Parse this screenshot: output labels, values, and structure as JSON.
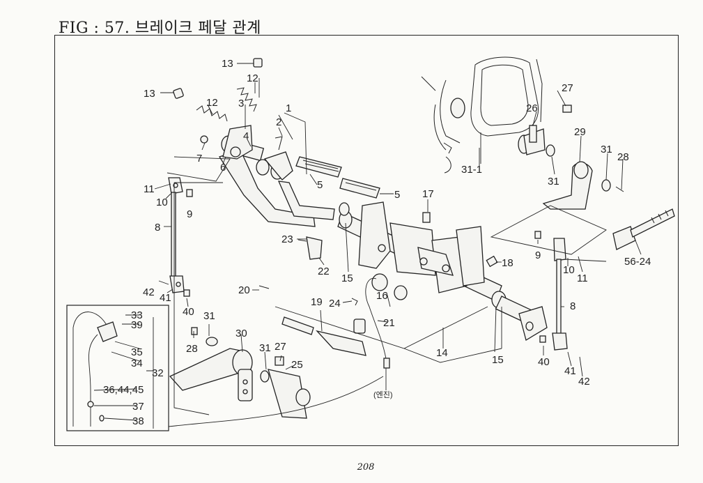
{
  "page": {
    "title": "FIG : 57. 브레이크 페달 관계",
    "page_number": "208"
  },
  "callouts": [
    {
      "id": "c13a",
      "text": "13"
    },
    {
      "id": "c12a",
      "text": "12"
    },
    {
      "id": "c13b",
      "text": "13"
    },
    {
      "id": "c12b",
      "text": "12"
    },
    {
      "id": "c3",
      "text": "3"
    },
    {
      "id": "c1",
      "text": "1"
    },
    {
      "id": "c2",
      "text": "2"
    },
    {
      "id": "c4",
      "text": "4"
    },
    {
      "id": "c7",
      "text": "7"
    },
    {
      "id": "c6",
      "text": "6"
    },
    {
      "id": "c5a",
      "text": "5"
    },
    {
      "id": "c5b",
      "text": "5"
    },
    {
      "id": "c11a",
      "text": "11"
    },
    {
      "id": "c10a",
      "text": "10"
    },
    {
      "id": "c9a",
      "text": "9"
    },
    {
      "id": "c8a",
      "text": "8"
    },
    {
      "id": "c17",
      "text": "17"
    },
    {
      "id": "c23",
      "text": "23"
    },
    {
      "id": "c22",
      "text": "22"
    },
    {
      "id": "c15a",
      "text": "15"
    },
    {
      "id": "c18",
      "text": "18"
    },
    {
      "id": "c42a",
      "text": "42"
    },
    {
      "id": "c41a",
      "text": "41"
    },
    {
      "id": "c40a",
      "text": "40"
    },
    {
      "id": "c20",
      "text": "20"
    },
    {
      "id": "c19",
      "text": "19"
    },
    {
      "id": "c24",
      "text": "24"
    },
    {
      "id": "c16",
      "text": "16"
    },
    {
      "id": "c21",
      "text": "21"
    },
    {
      "id": "c14",
      "text": "14"
    },
    {
      "id": "c15b",
      "text": "15"
    },
    {
      "id": "c33",
      "text": "33"
    },
    {
      "id": "c39",
      "text": "39"
    },
    {
      "id": "c35",
      "text": "35"
    },
    {
      "id": "c34",
      "text": "34"
    },
    {
      "id": "c32",
      "text": "32"
    },
    {
      "id": "c36",
      "text": "36,44,45"
    },
    {
      "id": "c37",
      "text": "37"
    },
    {
      "id": "c38",
      "text": "38"
    },
    {
      "id": "c31a",
      "text": "31"
    },
    {
      "id": "c28a",
      "text": "28"
    },
    {
      "id": "c30",
      "text": "30"
    },
    {
      "id": "c31b",
      "text": "31"
    },
    {
      "id": "c27a",
      "text": "27"
    },
    {
      "id": "c25",
      "text": "25"
    },
    {
      "id": "c27b",
      "text": "27"
    },
    {
      "id": "c26",
      "text": "26"
    },
    {
      "id": "c29",
      "text": "29"
    },
    {
      "id": "c31c",
      "text": "31"
    },
    {
      "id": "c28b",
      "text": "28"
    },
    {
      "id": "c31d",
      "text": "31"
    },
    {
      "id": "c31-1",
      "text": "31-1"
    },
    {
      "id": "c9b",
      "text": "9"
    },
    {
      "id": "c10b",
      "text": "10"
    },
    {
      "id": "c11b",
      "text": "11"
    },
    {
      "id": "c56-24",
      "text": "56-24"
    },
    {
      "id": "c8b",
      "text": "8"
    },
    {
      "id": "c40b",
      "text": "40"
    },
    {
      "id": "c41b",
      "text": "41"
    },
    {
      "id": "c42b",
      "text": "42"
    },
    {
      "id": "cengine",
      "text": "(엔진)"
    }
  ]
}
